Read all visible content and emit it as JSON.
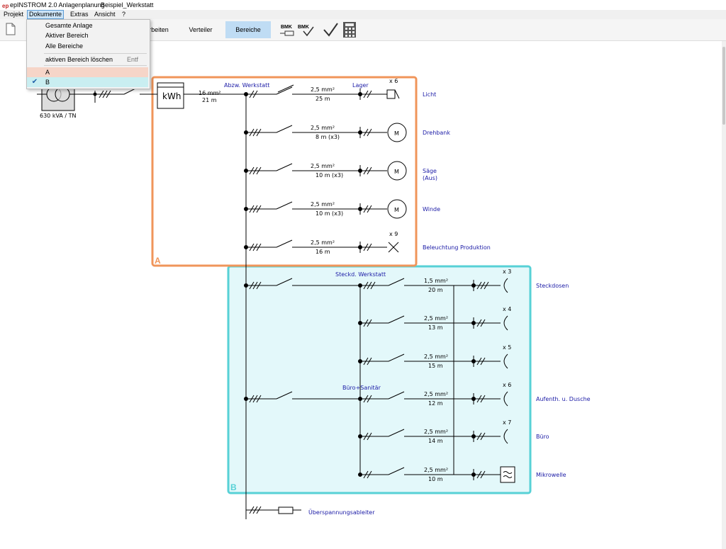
{
  "window": {
    "title": "epINSTROM 2.0 Anlagenplanung",
    "document": "Beispiel_Werkstatt",
    "logo": "ep"
  },
  "menu": [
    "Projekt",
    "Dokumente",
    "Extras",
    "Ansicht",
    "?"
  ],
  "toolbar": {
    "tabs": [
      "rbeiten",
      "Verteiler",
      "Bereiche"
    ],
    "selected_tab": "Bereiche",
    "bmk_label": "BMK",
    "icons": [
      "new-document-icon",
      "bmk-switch-icon",
      "bmk-check-icon",
      "checkmark-icon",
      "calculator-icon"
    ]
  },
  "dropdown": {
    "items": [
      {
        "label": "Gesamte Anlage",
        "shortcut": ""
      },
      {
        "label": "Aktiver Bereich",
        "shortcut": ""
      },
      {
        "label": "Alle Bereiche",
        "shortcut": ""
      },
      {
        "label": "aktiven Bereich löschen",
        "shortcut": "Entf"
      },
      {
        "label": "A",
        "shortcut": ""
      },
      {
        "label": "B",
        "shortcut": "",
        "checked": true
      }
    ]
  },
  "colors": {
    "area_a": "#f0955a",
    "area_b": "#57d1d6",
    "area_b_fill": "#e3f8fa",
    "label_blue": "#1a1aa6",
    "selected_tab": "#bfdcf4"
  },
  "diagram": {
    "transformer": "630 kVA / TN",
    "meter": "kWh",
    "feed_cable": {
      "cross_section": "16 mm²",
      "length": "21 m"
    },
    "area_a": {
      "letter": "A",
      "title": "Abzw. Werkstatt",
      "sub_title": "Lager",
      "circuits": [
        {
          "cross_section": "2,5 mm²",
          "length": "25 m",
          "load": "Licht",
          "count": "x 6"
        },
        {
          "cross_section": "2,5 mm²",
          "length": "8 m (x3)",
          "load": "Drehbank",
          "count": ""
        },
        {
          "cross_section": "2,5 mm²",
          "length": "10 m (x3)",
          "load": "Säge",
          "load2": "(Aus)",
          "count": ""
        },
        {
          "cross_section": "2,5 mm²",
          "length": "10 m (x3)",
          "load": "Winde",
          "count": ""
        },
        {
          "cross_section": "2,5 mm²",
          "length": "16 m",
          "load": "Beleuchtung Produktion",
          "count": "x 9"
        }
      ],
      "motor_symbol": "M"
    },
    "area_b": {
      "letter": "B",
      "title1": "Steckd. Werkstatt",
      "title2": "Büro+Sanitär",
      "circuits": [
        {
          "cross_section": "1,5 mm²",
          "length": "20 m",
          "load": "Steckdosen",
          "count": "x 3"
        },
        {
          "cross_section": "2,5 mm²",
          "length": "13 m",
          "load": "",
          "count": "x 4"
        },
        {
          "cross_section": "2,5 mm²",
          "length": "15 m",
          "load": "",
          "count": "x 5"
        },
        {
          "cross_section": "2,5 mm²",
          "length": "12 m",
          "load": "Aufenth. u. Dusche",
          "count": "x 6"
        },
        {
          "cross_section": "2,5 mm²",
          "length": "14 m",
          "load": "Büro",
          "count": "x 7"
        },
        {
          "cross_section": "2,5 mm²",
          "length": "10 m",
          "load": "Mikrowelle",
          "count": ""
        }
      ]
    },
    "surge": "Überspannungsableiter"
  }
}
